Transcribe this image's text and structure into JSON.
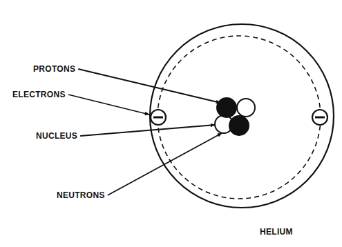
{
  "diagram": {
    "caption": "HELIUM",
    "labels": [
      "PROTONS",
      "ELECTRONS",
      "NUCLEUS",
      "NEUTRONS"
    ]
  }
}
